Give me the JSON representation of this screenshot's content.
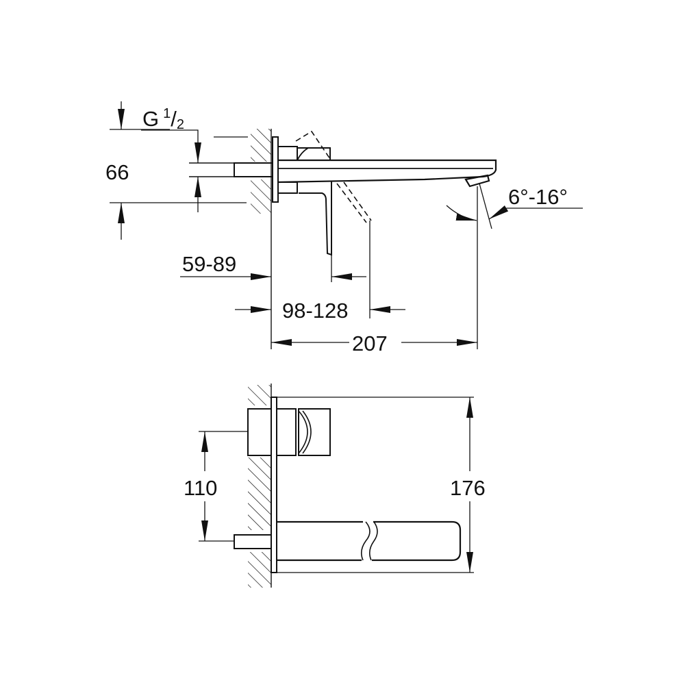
{
  "drawing": {
    "subject": "Wall-mounted two-hole basin mixer, technical dimension drawing",
    "line_color": "#111111",
    "background": "#ffffff",
    "views": [
      {
        "name": "side-view",
        "position": "top"
      },
      {
        "name": "front-view",
        "position": "bottom"
      }
    ]
  },
  "dimensions": {
    "thread": {
      "main": "G",
      "sup": "1",
      "slash": "/",
      "sub": "2"
    },
    "height_66": "66",
    "wall_depth": "59-89",
    "lever_range": "98-128",
    "spout_length": "207",
    "spout_angle": "6°-16°",
    "spacing_110": "110",
    "height_176": "176"
  }
}
